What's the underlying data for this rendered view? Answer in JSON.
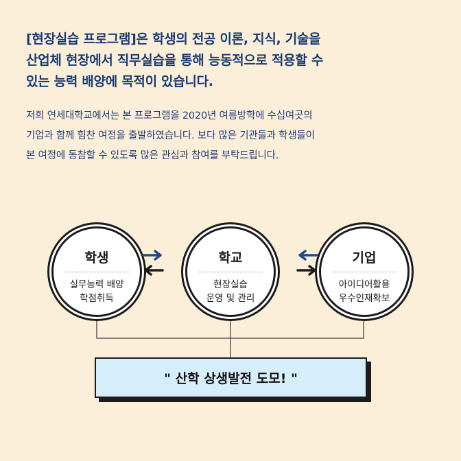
{
  "headline": {
    "lines": [
      "[현장실습 프로그램]은 학생의 전공 이론, 지식, 기술을",
      "산업체 현장에서 직무실습을 통해 능동적으로 적용할 수",
      "있는 능력 배양에 목적이 있습니다."
    ]
  },
  "body": {
    "lines": [
      "저희 연세대학교에서는 본 프로그램을 2020년 여름방학에 수십여곳의",
      "기업과 함께 힘찬 여정을 출발하였습니다. 보다 많은 기관들과 학생들이",
      "본 여정에 동참할 수 있도록 많은 관심과 참여를 부탁드립니다."
    ]
  },
  "nodes": [
    {
      "title": "학생",
      "desc": [
        "실무능력 배양",
        "학점취득"
      ]
    },
    {
      "title": "학교",
      "desc": [
        "현장실습",
        "운영 및 관리"
      ]
    },
    {
      "title": "기업",
      "desc": [
        "아이디어활용",
        "우수인재확보"
      ]
    }
  ],
  "colors": {
    "background": "#fcefd9",
    "headline": "#1a3b73",
    "arrow_blue": "#234a86",
    "arrow_dark": "#1c1c1c",
    "slogan_bg": "#d6eefb"
  },
  "arrows": [
    {
      "between": "학생-학교",
      "top": "arrow-right-icon",
      "bottom": "arrow-left-icon"
    },
    {
      "between": "학교-기업",
      "top": "arrow-left-icon",
      "bottom": "arrow-right-icon"
    }
  ],
  "slogan": "\" 산학 상생발전 도모! \""
}
